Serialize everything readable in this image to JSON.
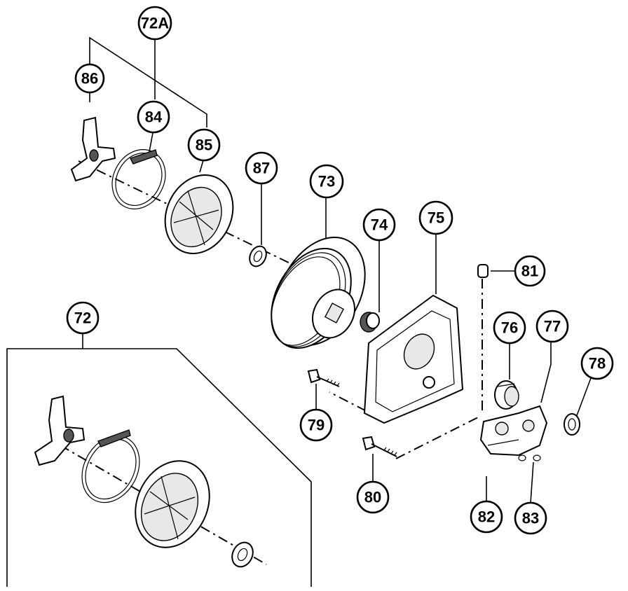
{
  "diagram": {
    "callouts": [
      {
        "id": "c-72a",
        "label": "72A"
      },
      {
        "id": "c-86",
        "label": "86"
      },
      {
        "id": "c-84",
        "label": "84"
      },
      {
        "id": "c-85",
        "label": "85"
      },
      {
        "id": "c-87",
        "label": "87"
      },
      {
        "id": "c-73",
        "label": "73"
      },
      {
        "id": "c-74",
        "label": "74"
      },
      {
        "id": "c-75",
        "label": "75"
      },
      {
        "id": "c-81",
        "label": "81"
      },
      {
        "id": "c-76",
        "label": "76"
      },
      {
        "id": "c-77",
        "label": "77"
      },
      {
        "id": "c-78",
        "label": "78"
      },
      {
        "id": "c-72",
        "label": "72"
      },
      {
        "id": "c-79",
        "label": "79"
      },
      {
        "id": "c-80",
        "label": "80"
      },
      {
        "id": "c-82",
        "label": "82"
      },
      {
        "id": "c-83",
        "label": "83"
      }
    ]
  }
}
